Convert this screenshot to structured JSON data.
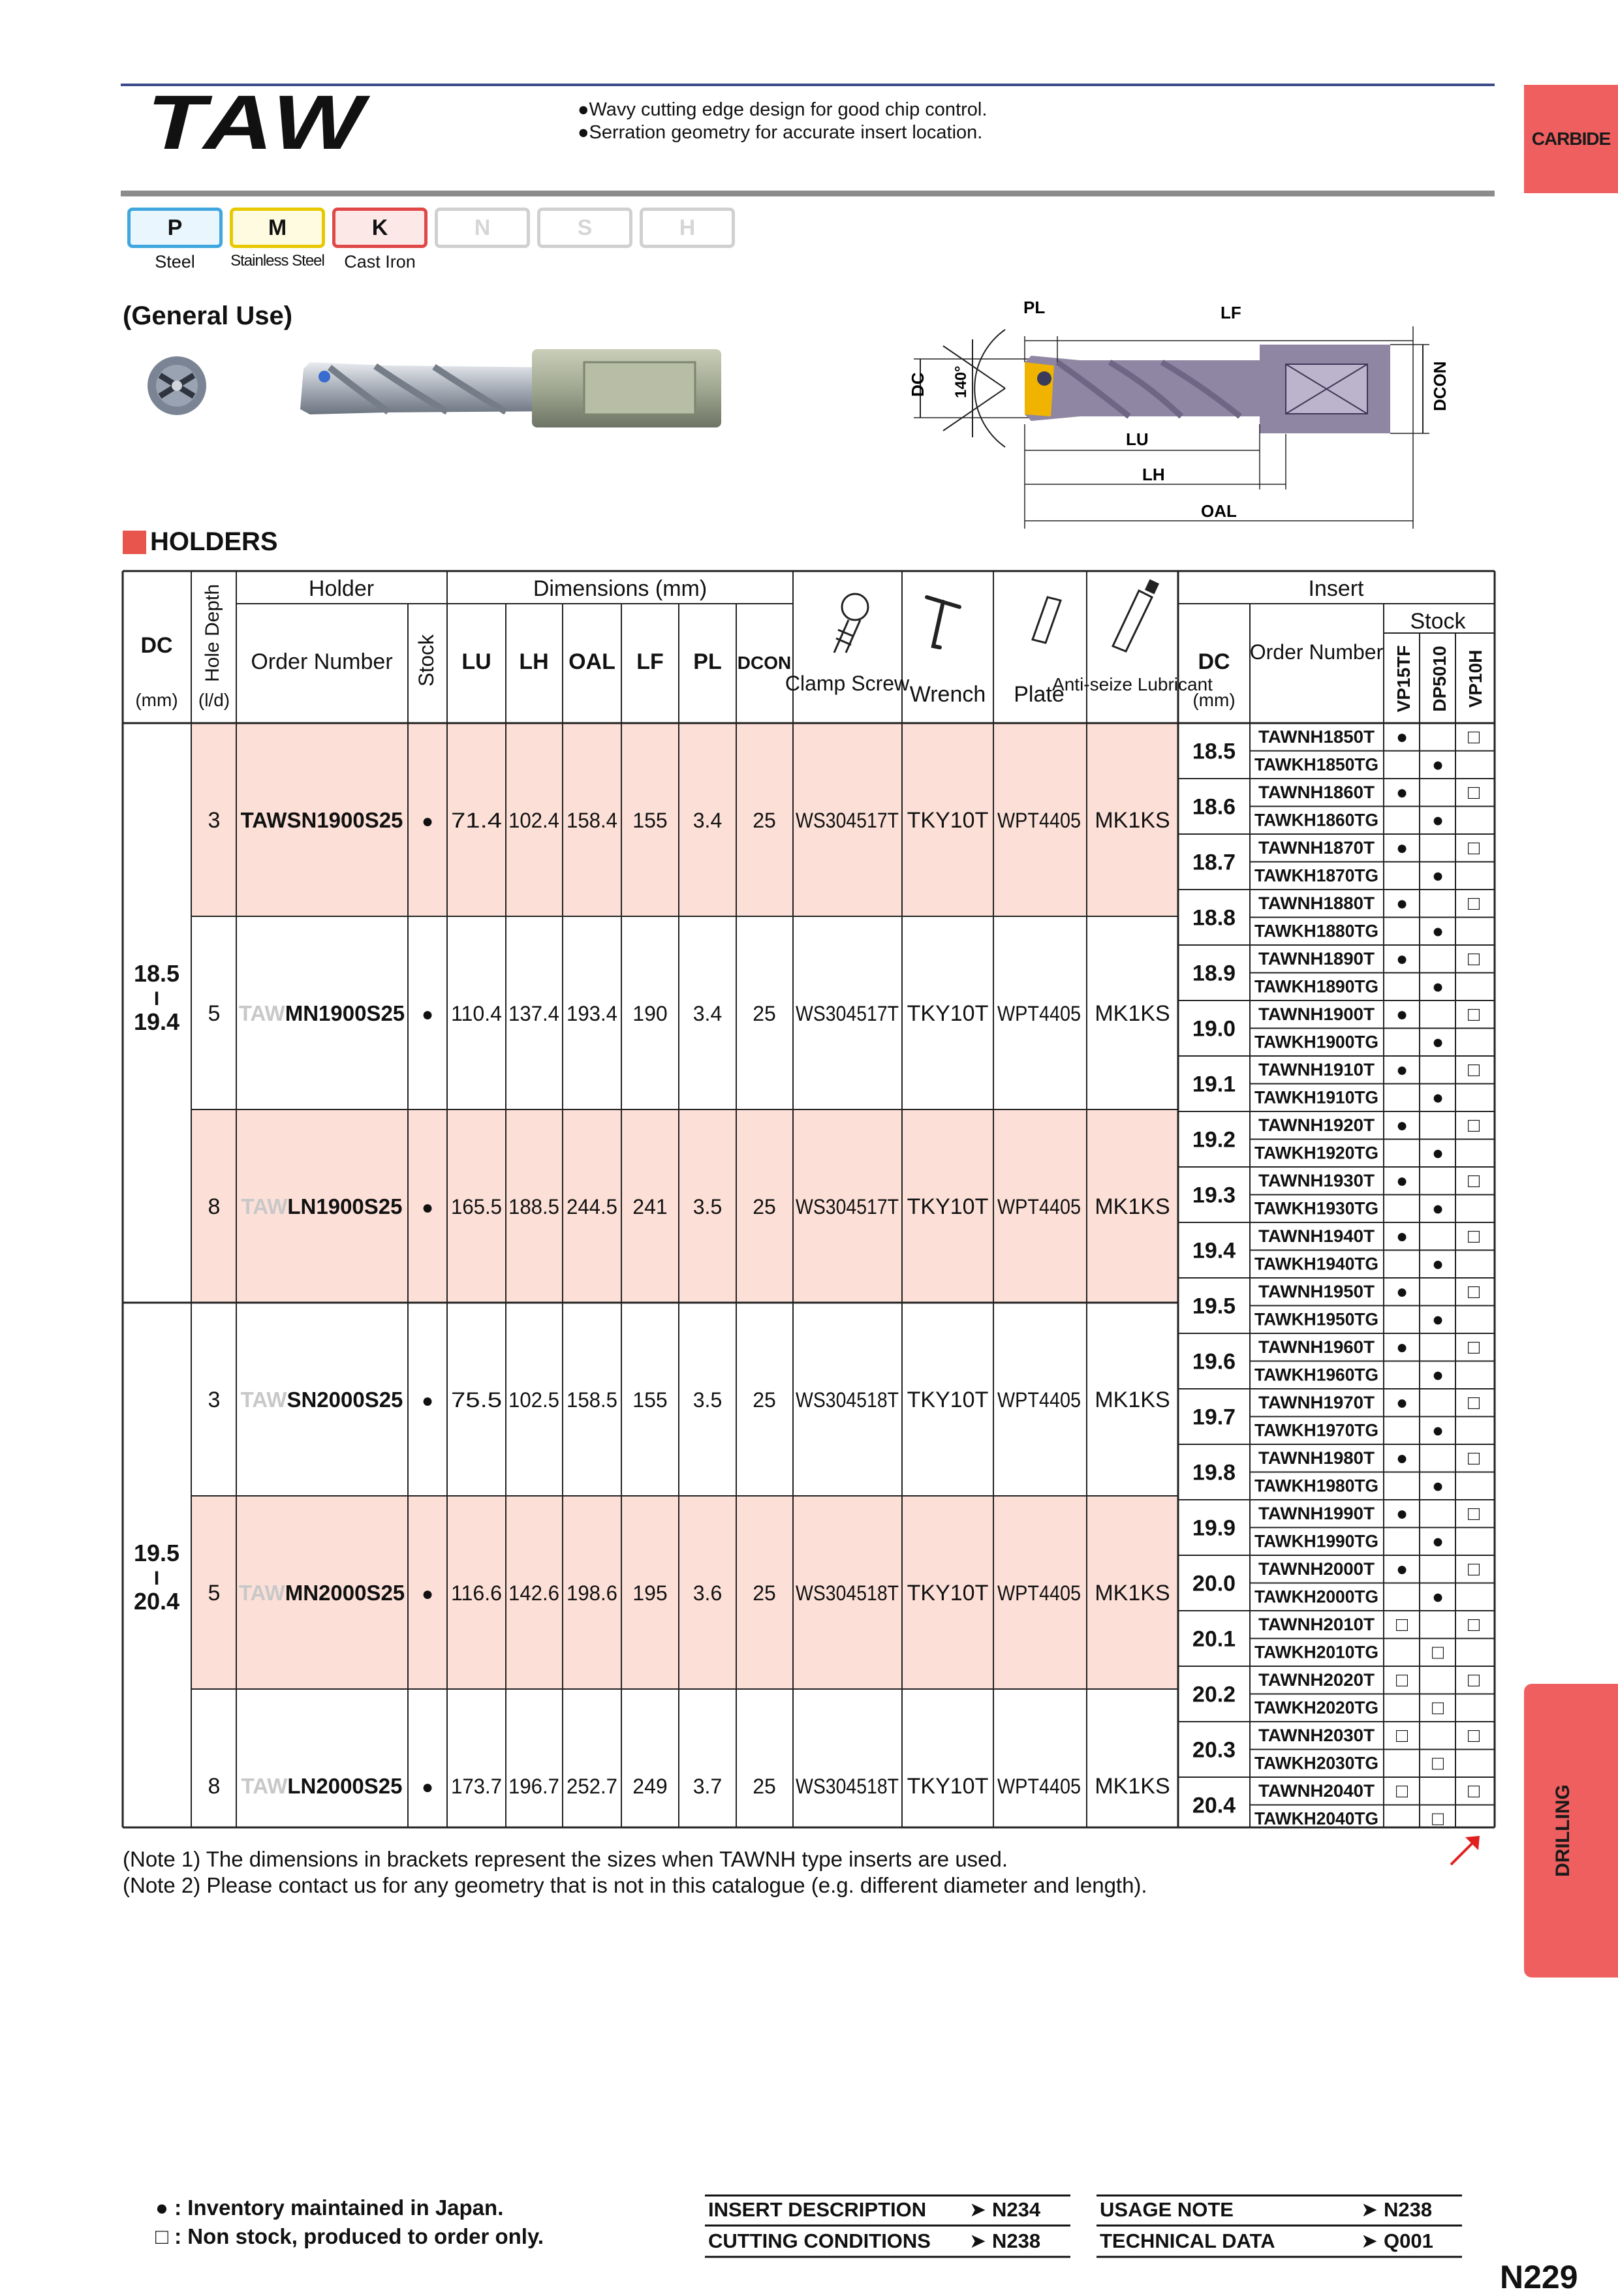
{
  "header": {
    "title": "TAW",
    "features": [
      "●Wavy cutting edge design for good chip control.",
      "●Serration geometry for accurate insert location."
    ],
    "tab": "CARBIDE",
    "side_tab": "DRILLING"
  },
  "materials": [
    {
      "code": "P",
      "label": "Steel",
      "color": "#3fa7de",
      "fill": "#e9f6fd",
      "active": true
    },
    {
      "code": "M",
      "label": "Stainless Steel",
      "color": "#e8c800",
      "fill": "#fffbe0",
      "active": true
    },
    {
      "code": "K",
      "label": "Cast Iron",
      "color": "#e04848",
      "fill": "#fde8e8",
      "active": true
    },
    {
      "code": "N",
      "label": "",
      "color": "#d0d0d0",
      "fill": "#ffffff",
      "active": false
    },
    {
      "code": "S",
      "label": "",
      "color": "#d0d0d0",
      "fill": "#ffffff",
      "active": false
    },
    {
      "code": "H",
      "label": "",
      "color": "#d0d0d0",
      "fill": "#ffffff",
      "active": false
    }
  ],
  "section_title": "(General Use)",
  "diagram_labels": {
    "pl": "PL",
    "lf": "LF",
    "dc": "DC",
    "angle": "140°",
    "dcon": "DCON",
    "lu": "LU",
    "lh": "LH",
    "oal": "OAL"
  },
  "holders_title": "HOLDERS",
  "table": {
    "headers": {
      "dc": "DC",
      "dc_unit": "(mm)",
      "hole_depth": "Hole Depth",
      "hole_unit": "(l/d)",
      "holder": "Holder",
      "order_number": "Order Number",
      "stock": "Stock",
      "dimensions": "Dimensions (mm)",
      "dims": [
        "LU",
        "LH",
        "OAL",
        "LF",
        "PL",
        "DCON"
      ],
      "clamp_screw": "Clamp Screw",
      "wrench": "Wrench",
      "plate": "Plate",
      "lubricant": "Anti-seize Lubricant",
      "insert": "Insert",
      "insert_dc": "DC",
      "insert_dc_unit": "(mm)",
      "insert_order": "Order Number",
      "insert_stock": "Stock",
      "grades": [
        "VP15TF",
        "DP5010",
        "VP10H"
      ]
    },
    "dc_groups": [
      {
        "range_top": "18.5",
        "range_sep": "I",
        "range_bottom": "19.4"
      },
      {
        "range_top": "19.5",
        "range_sep": "I",
        "range_bottom": "20.4"
      }
    ],
    "holders": [
      {
        "depth": "3",
        "prefix": "TAW",
        "order": "SN1900S25",
        "stock": "●",
        "lu": "71.4",
        "lh": "102.4",
        "oal": "158.4",
        "lf": "155",
        "pl": "3.4",
        "dcon": "25",
        "screw": "WS304517T",
        "wrench": "TKY10T",
        "plate": "WPT4405",
        "lube": "MK1KS",
        "shade": true,
        "prefix_gray": false
      },
      {
        "depth": "5",
        "prefix": "TAW",
        "order": "MN1900S25",
        "stock": "●",
        "lu": "110.4",
        "lh": "137.4",
        "oal": "193.4",
        "lf": "190",
        "pl": "3.4",
        "dcon": "25",
        "screw": "WS304517T",
        "wrench": "TKY10T",
        "plate": "WPT4405",
        "lube": "MK1KS",
        "shade": false,
        "prefix_gray": true
      },
      {
        "depth": "8",
        "prefix": "TAW",
        "order": "LN1900S25",
        "stock": "●",
        "lu": "165.5",
        "lh": "188.5",
        "oal": "244.5",
        "lf": "241",
        "pl": "3.5",
        "dcon": "25",
        "screw": "WS304517T",
        "wrench": "TKY10T",
        "plate": "WPT4405",
        "lube": "MK1KS",
        "shade": true,
        "prefix_gray": true
      },
      {
        "depth": "3",
        "prefix": "TAW",
        "order": "SN2000S25",
        "stock": "●",
        "lu": "75.5",
        "lh": "102.5",
        "oal": "158.5",
        "lf": "155",
        "pl": "3.5",
        "dcon": "25",
        "screw": "WS304518T",
        "wrench": "TKY10T",
        "plate": "WPT4405",
        "lube": "MK1KS",
        "shade": false,
        "prefix_gray": true
      },
      {
        "depth": "5",
        "prefix": "TAW",
        "order": "MN2000S25",
        "stock": "●",
        "lu": "116.6",
        "lh": "142.6",
        "oal": "198.6",
        "lf": "195",
        "pl": "3.6",
        "dcon": "25",
        "screw": "WS304518T",
        "wrench": "TKY10T",
        "plate": "WPT4405",
        "lube": "MK1KS",
        "shade": true,
        "prefix_gray": true
      },
      {
        "depth": "8",
        "prefix": "TAW",
        "order": "LN2000S25",
        "stock": "●",
        "lu": "173.7",
        "lh": "196.7",
        "oal": "252.7",
        "lf": "249",
        "pl": "3.7",
        "dcon": "25",
        "screw": "WS304518T",
        "wrench": "TKY10T",
        "plate": "WPT4405",
        "lube": "MK1KS",
        "shade": false,
        "prefix_gray": true
      }
    ],
    "inserts": [
      {
        "dc": "18.5",
        "t": "TAWNH1850T",
        "tg": "TAWKH1850TG",
        "t_stock": [
          "●",
          "",
          "□"
        ],
        "tg_stock": [
          "",
          "●",
          ""
        ]
      },
      {
        "dc": "18.6",
        "t": "TAWNH1860T",
        "tg": "TAWKH1860TG",
        "t_stock": [
          "●",
          "",
          "□"
        ],
        "tg_stock": [
          "",
          "●",
          ""
        ]
      },
      {
        "dc": "18.7",
        "t": "TAWNH1870T",
        "tg": "TAWKH1870TG",
        "t_stock": [
          "●",
          "",
          "□"
        ],
        "tg_stock": [
          "",
          "●",
          ""
        ]
      },
      {
        "dc": "18.8",
        "t": "TAWNH1880T",
        "tg": "TAWKH1880TG",
        "t_stock": [
          "●",
          "",
          "□"
        ],
        "tg_stock": [
          "",
          "●",
          ""
        ]
      },
      {
        "dc": "18.9",
        "t": "TAWNH1890T",
        "tg": "TAWKH1890TG",
        "t_stock": [
          "●",
          "",
          "□"
        ],
        "tg_stock": [
          "",
          "●",
          ""
        ]
      },
      {
        "dc": "19.0",
        "t": "TAWNH1900T",
        "tg": "TAWKH1900TG",
        "t_stock": [
          "●",
          "",
          "□"
        ],
        "tg_stock": [
          "",
          "●",
          ""
        ]
      },
      {
        "dc": "19.1",
        "t": "TAWNH1910T",
        "tg": "TAWKH1910TG",
        "t_stock": [
          "●",
          "",
          "□"
        ],
        "tg_stock": [
          "",
          "●",
          ""
        ]
      },
      {
        "dc": "19.2",
        "t": "TAWNH1920T",
        "tg": "TAWKH1920TG",
        "t_stock": [
          "●",
          "",
          "□"
        ],
        "tg_stock": [
          "",
          "●",
          ""
        ]
      },
      {
        "dc": "19.3",
        "t": "TAWNH1930T",
        "tg": "TAWKH1930TG",
        "t_stock": [
          "●",
          "",
          "□"
        ],
        "tg_stock": [
          "",
          "●",
          ""
        ]
      },
      {
        "dc": "19.4",
        "t": "TAWNH1940T",
        "tg": "TAWKH1940TG",
        "t_stock": [
          "●",
          "",
          "□"
        ],
        "tg_stock": [
          "",
          "●",
          ""
        ]
      },
      {
        "dc": "19.5",
        "t": "TAWNH1950T",
        "tg": "TAWKH1950TG",
        "t_stock": [
          "●",
          "",
          "□"
        ],
        "tg_stock": [
          "",
          "●",
          ""
        ]
      },
      {
        "dc": "19.6",
        "t": "TAWNH1960T",
        "tg": "TAWKH1960TG",
        "t_stock": [
          "●",
          "",
          "□"
        ],
        "tg_stock": [
          "",
          "●",
          ""
        ]
      },
      {
        "dc": "19.7",
        "t": "TAWNH1970T",
        "tg": "TAWKH1970TG",
        "t_stock": [
          "●",
          "",
          "□"
        ],
        "tg_stock": [
          "",
          "●",
          ""
        ]
      },
      {
        "dc": "19.8",
        "t": "TAWNH1980T",
        "tg": "TAWKH1980TG",
        "t_stock": [
          "●",
          "",
          "□"
        ],
        "tg_stock": [
          "",
          "●",
          ""
        ]
      },
      {
        "dc": "19.9",
        "t": "TAWNH1990T",
        "tg": "TAWKH1990TG",
        "t_stock": [
          "●",
          "",
          "□"
        ],
        "tg_stock": [
          "",
          "●",
          ""
        ]
      },
      {
        "dc": "20.0",
        "t": "TAWNH2000T",
        "tg": "TAWKH2000TG",
        "t_stock": [
          "●",
          "",
          "□"
        ],
        "tg_stock": [
          "",
          "●",
          ""
        ]
      },
      {
        "dc": "20.1",
        "t": "TAWNH2010T",
        "tg": "TAWKH2010TG",
        "t_stock": [
          "□",
          "",
          "□"
        ],
        "tg_stock": [
          "",
          "□",
          ""
        ]
      },
      {
        "dc": "20.2",
        "t": "TAWNH2020T",
        "tg": "TAWKH2020TG",
        "t_stock": [
          "□",
          "",
          "□"
        ],
        "tg_stock": [
          "",
          "□",
          ""
        ]
      },
      {
        "dc": "20.3",
        "t": "TAWNH2030T",
        "tg": "TAWKH2030TG",
        "t_stock": [
          "□",
          "",
          "□"
        ],
        "tg_stock": [
          "",
          "□",
          ""
        ]
      },
      {
        "dc": "20.4",
        "t": "TAWNH2040T",
        "tg": "TAWKH2040TG",
        "t_stock": [
          "□",
          "",
          "□"
        ],
        "tg_stock": [
          "",
          "□",
          ""
        ]
      }
    ]
  },
  "notes": [
    "(Note 1) The dimensions in brackets represent the sizes when TAWNH type inserts are used.",
    "(Note 2) Please contact us for any geometry that is not in this catalogue (e.g. different diameter and length)."
  ],
  "legend": {
    "stock": "● : Inventory maintained in Japan.",
    "nonstock": "□ : Non stock, produced to order only."
  },
  "xrefs": [
    {
      "label": "INSERT DESCRIPTION",
      "page": "N234"
    },
    {
      "label": "CUTTING CONDITIONS",
      "page": "N238"
    },
    {
      "label": "USAGE NOTE",
      "page": "N238"
    },
    {
      "label": "TECHNICAL DATA",
      "page": "Q001"
    }
  ],
  "page_number": "N229",
  "colors": {
    "accent_red": "#ef5f5f",
    "row_shade": "#fce0d8",
    "rule_blue": "#3a4a8a"
  }
}
